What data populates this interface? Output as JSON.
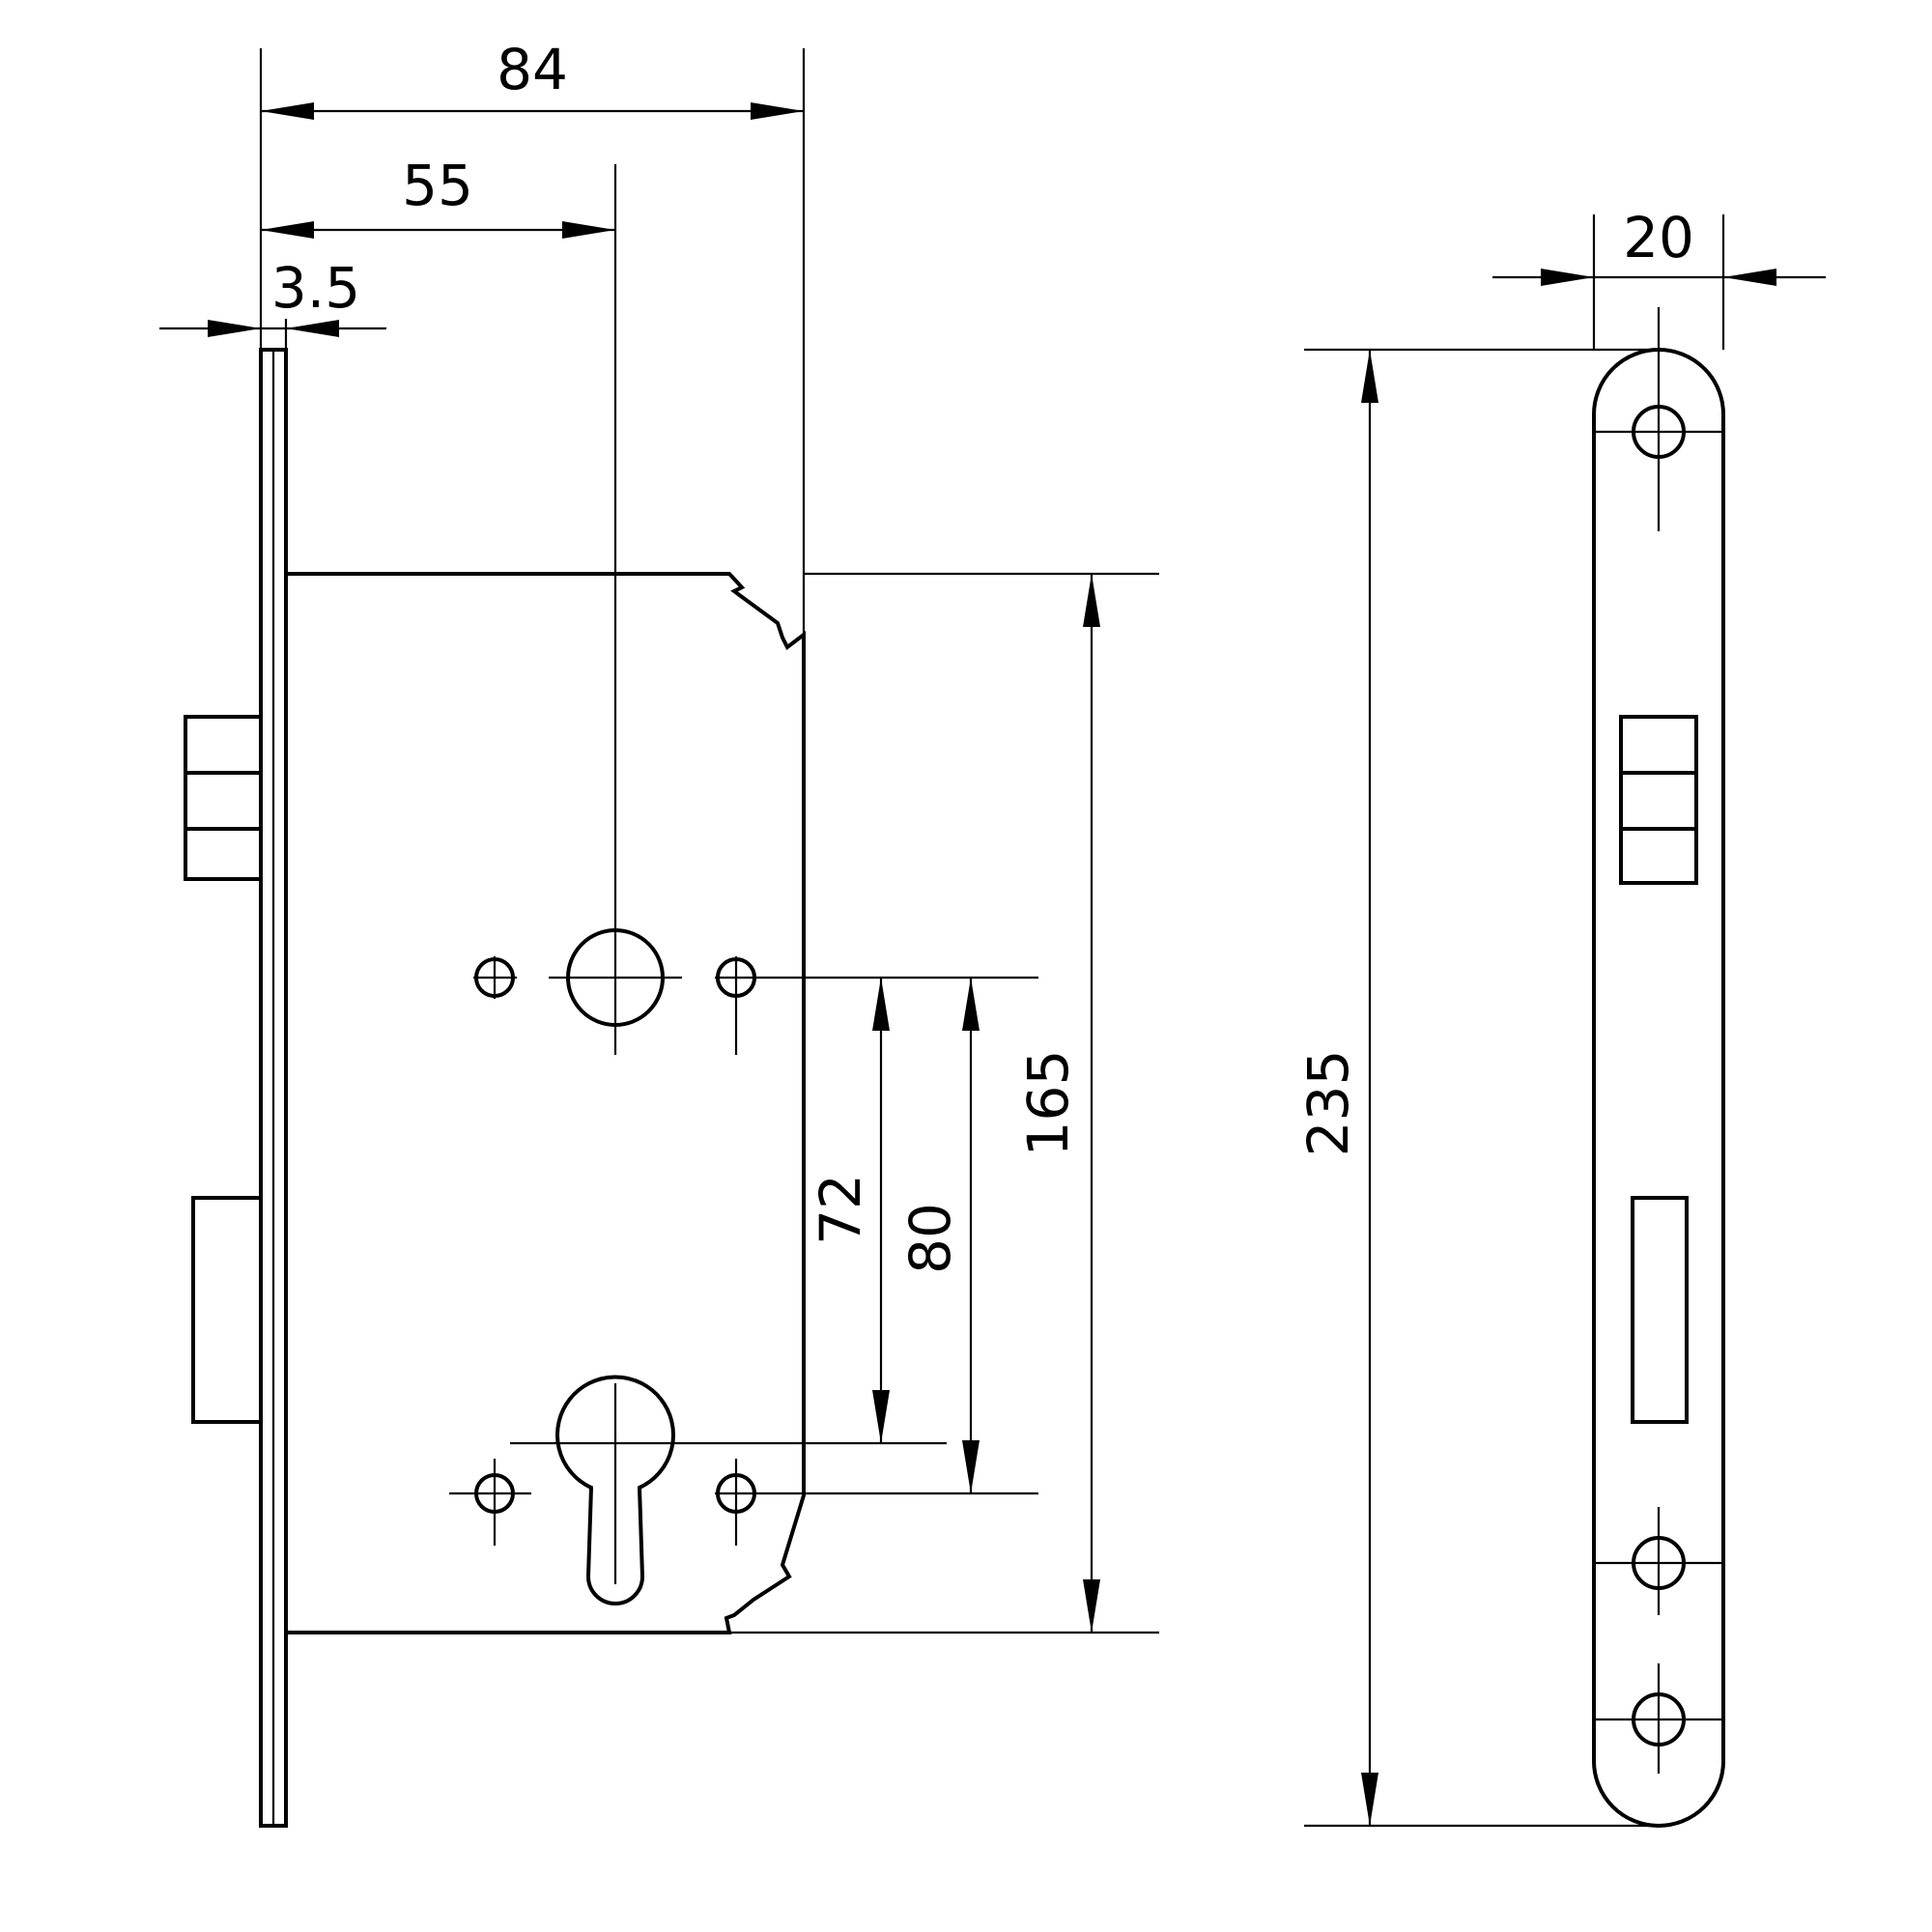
{
  "dimensions": {
    "forend_thickness": "3.5",
    "backset": "55",
    "case_depth": "84",
    "case_height": "165",
    "center_distance_72": "72",
    "center_distance_80": "80",
    "faceplate_width": "20",
    "faceplate_length": "235"
  },
  "colors": {
    "line": "#000000",
    "background": "#ffffff"
  }
}
